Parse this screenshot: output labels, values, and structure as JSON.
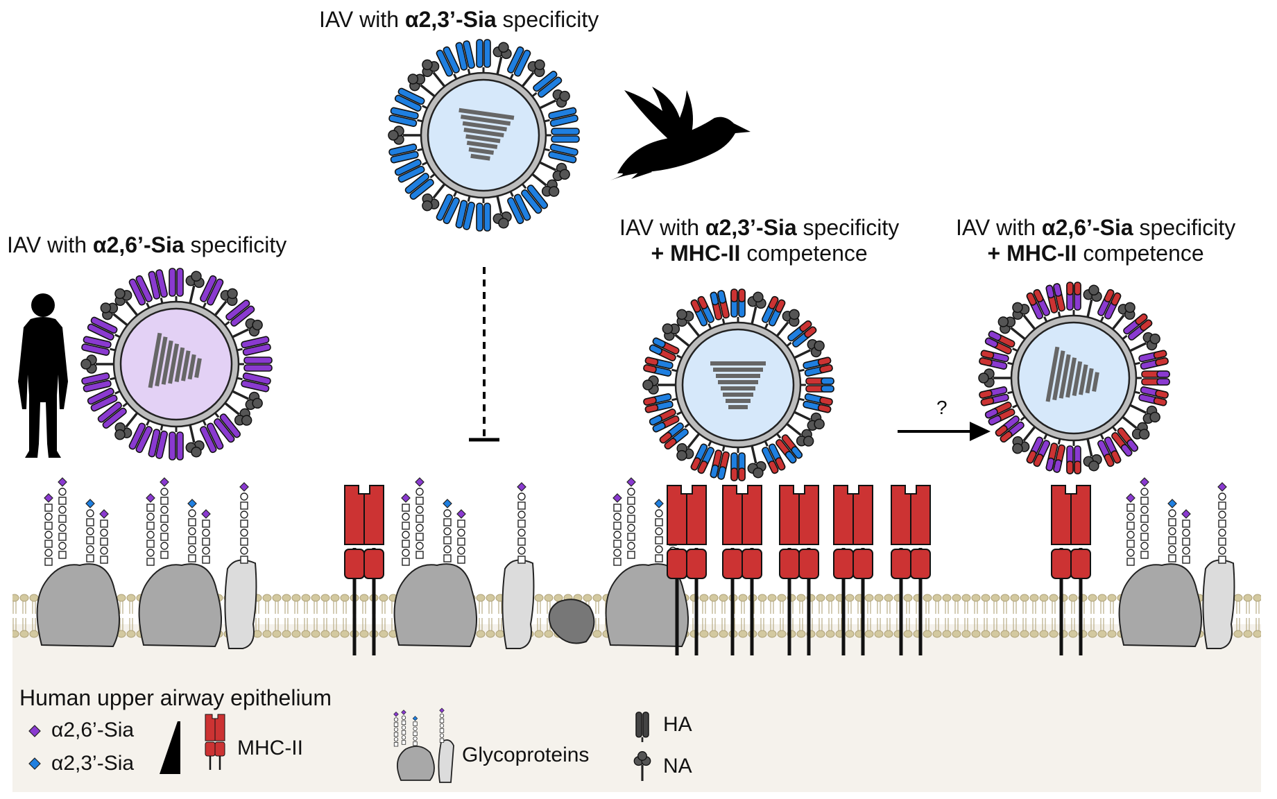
{
  "labels": {
    "avian_virus": {
      "pre": "IAV with ",
      "bold": "α2,3’-Sia",
      "post": " specificity"
    },
    "human_virus": {
      "pre": "IAV with ",
      "bold": "α2,6’-Sia",
      "post": " specificity"
    },
    "mhc_virus_23": {
      "pre": "IAV with ",
      "bold": "α2,3’-Sia",
      "post": " specificity",
      "line2_bold": "+ MHC-II",
      "line2_post": " competence"
    },
    "mhc_virus_26": {
      "pre": "IAV with ",
      "bold": "α2,6’-Sia",
      "post": " specificity",
      "line2_bold": "+ MHC-II",
      "line2_post": " competence"
    },
    "question": "?"
  },
  "legend": {
    "epithelium": "Human upper airway epithelium",
    "sia26": "α2,6’-Sia",
    "sia23": "α2,3’-Sia",
    "mhc": "MHC-II",
    "glyco": "Glycoproteins",
    "ha": "HA",
    "na": "NA"
  },
  "colors": {
    "purple": "#7b2fbe",
    "blue": "#1f6fd1",
    "red": "#cc3333",
    "grey": "#9a9a9a",
    "membrane": "#c9bf94",
    "cytosol": "#f5f2ec",
    "virus_core_blue": "#d6e8fa",
    "virus_core_purple": "#e3d1f5"
  },
  "icons": [
    "human-silhouette-icon",
    "duck-silhouette-icon"
  ]
}
